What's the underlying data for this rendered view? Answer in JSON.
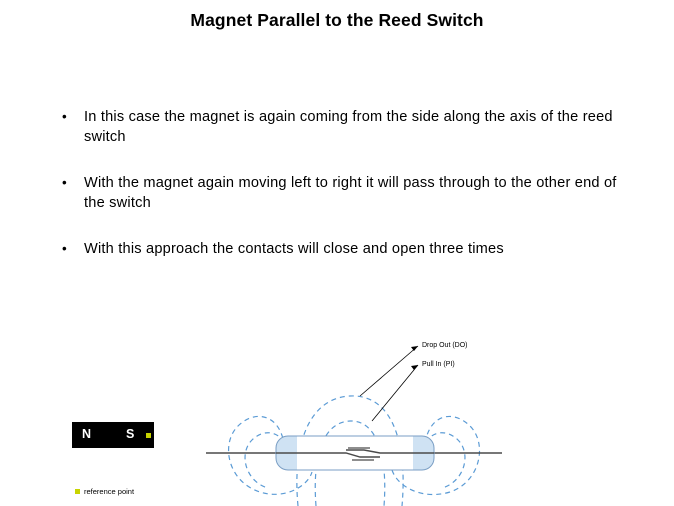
{
  "slide": {
    "title": "Magnet Parallel to the Reed Switch",
    "bullet_marker": "•",
    "bullets": [
      "In this case the magnet is again coming from the side along the axis of the reed switch",
      "With the magnet again moving left to right it will pass through to the other end of the switch",
      "With this approach the contacts will close and open three times"
    ]
  },
  "figure": {
    "magnet": {
      "north_label": "N",
      "south_label": "S",
      "reference_dot_color": "#c8d400",
      "body_color": "#000000",
      "text_color": "#ffffff"
    },
    "legend": {
      "swatch_color": "#c8d400",
      "label": "reference point"
    },
    "annotations": [
      {
        "name": "drop-out",
        "text": "Drop Out (DO)"
      },
      {
        "name": "pull-in",
        "text": "Pull In (PI)"
      }
    ],
    "field_line_color": "#5b9bd5",
    "switch_glass_color": "#cfe2f3",
    "switch_outline_color": "#4a4a4a"
  }
}
